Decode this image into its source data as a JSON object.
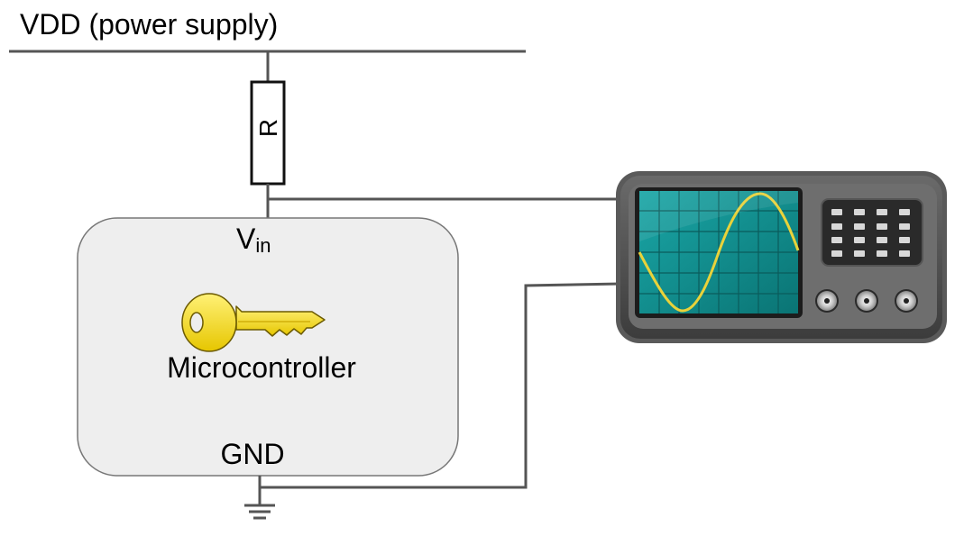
{
  "supply_label": "VDD (power supply)",
  "resistor_label": "R",
  "mcu": {
    "vin_main": "V",
    "vin_sub": "in",
    "name": "Microcontroller",
    "gnd": "GND"
  },
  "colors": {
    "wire": "#555555",
    "mcu_fill": "#eeeeee",
    "mcu_stroke": "#777777",
    "key": "#f2dc1a",
    "key_outline": "#6b5a00",
    "scope_body": "#4a4a4a",
    "scope_screen": "#0e8f8f",
    "trace": "#e9d23a"
  },
  "icons": [
    "key-icon",
    "oscilloscope-icon",
    "ground-symbol"
  ]
}
